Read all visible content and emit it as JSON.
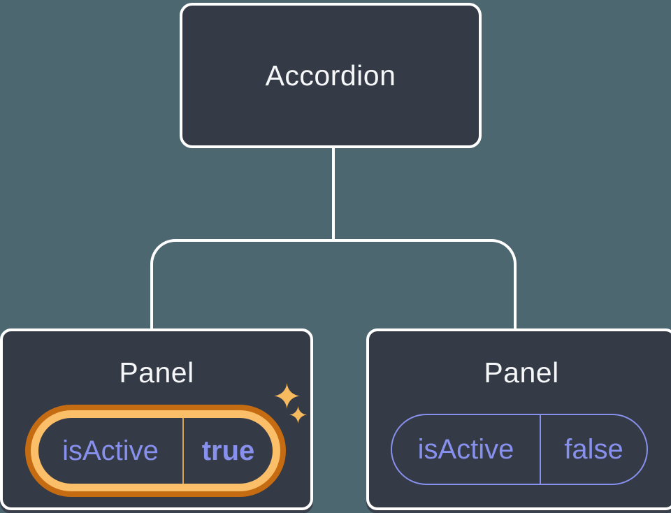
{
  "figure": {
    "kind": "component-tree-diagram",
    "colors": {
      "background": "#4D6770",
      "node_fill": "#343A46",
      "connector": "#FFFFFF",
      "node_text": "#F6F7F9",
      "prop_purple": "#8790EC",
      "highlight_orange_dark": "#C56C13",
      "highlight_orange_light": "#FBBE69",
      "highlight_divider": "#DBA254",
      "panel_shadow": "#3A414D"
    },
    "root_node": {
      "label": "Accordion"
    },
    "child_nodes": [
      {
        "label": "Panel",
        "prop_name": "isActive",
        "prop_value": "true",
        "highlighted": true
      },
      {
        "label": "Panel",
        "prop_name": "isActive",
        "prop_value": "false",
        "highlighted": false
      }
    ]
  }
}
